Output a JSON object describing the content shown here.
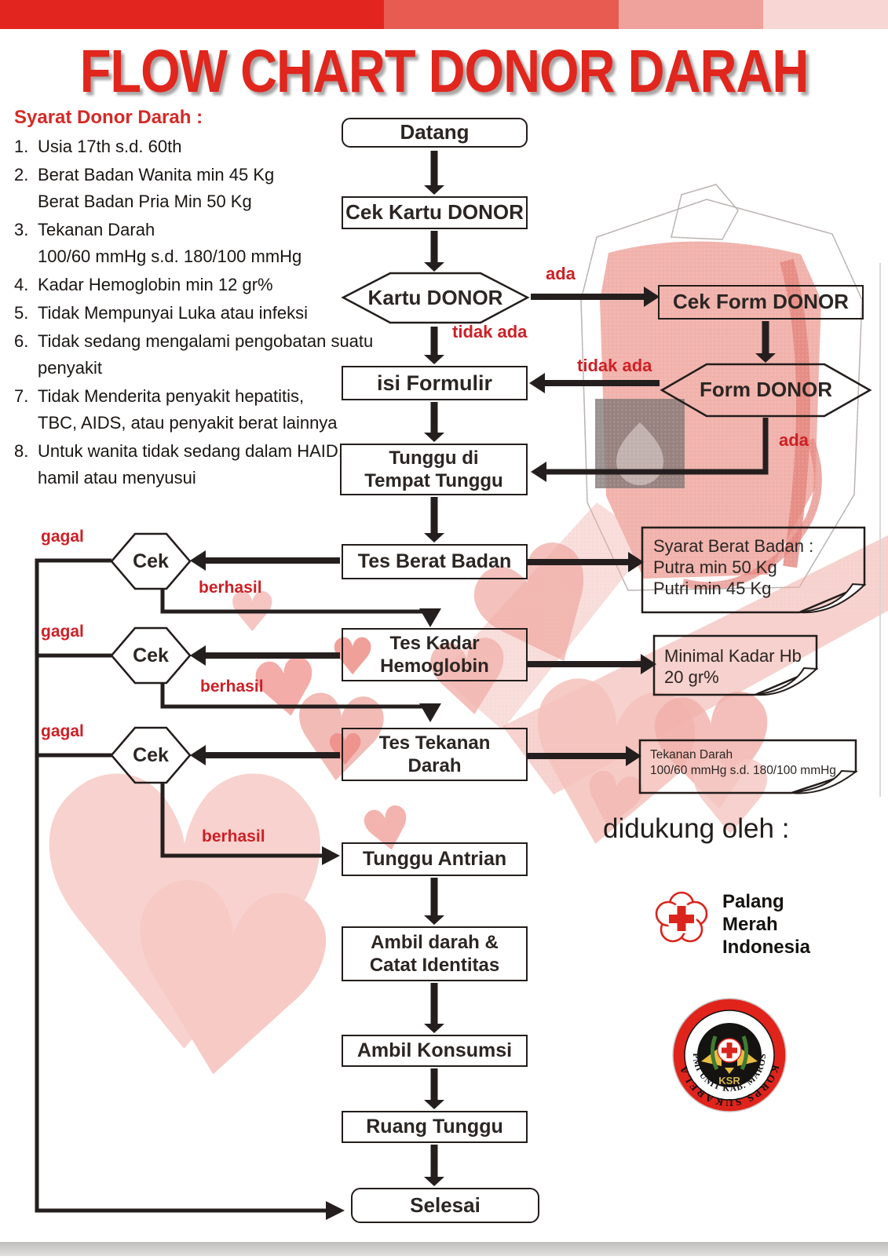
{
  "header": {
    "title": "FLOW CHART DONOR DARAH"
  },
  "requirements": {
    "heading": "Syarat Donor Darah :",
    "items": [
      {
        "num": "1.",
        "lines": [
          "Usia 17th s.d. 60th"
        ]
      },
      {
        "num": "2.",
        "lines": [
          "Berat Badan Wanita min 45 Kg",
          "Berat Badan Pria Min 50 Kg"
        ]
      },
      {
        "num": "3.",
        "lines": [
          "Tekanan Darah",
          "100/60 mmHg s.d. 180/100 mmHg"
        ]
      },
      {
        "num": "4.",
        "lines": [
          "Kadar Hemoglobin min 12 gr%"
        ]
      },
      {
        "num": "5.",
        "lines": [
          "Tidak Mempunyai Luka atau infeksi"
        ]
      },
      {
        "num": "6.",
        "lines": [
          "Tidak sedang mengalami pengobatan suatu penyakit"
        ]
      },
      {
        "num": "7.",
        "lines": [
          "Tidak Menderita penyakit hepatitis,",
          "TBC, AIDS, atau penyakit berat lainnya"
        ]
      },
      {
        "num": "8.",
        "lines": [
          "Untuk wanita tidak sedang dalam HAID,",
          "hamil atau menyusui"
        ]
      }
    ]
  },
  "flow": {
    "datang": "Datang",
    "cek_kartu": "Cek Kartu DONOR",
    "kartu_donor": "Kartu DONOR",
    "cek_form": "Cek Form DONOR",
    "isi_formulir": "isi Formulir",
    "form_donor": "Form DONOR",
    "tunggu_tempat": {
      "line1": "Tunggu di",
      "line2": "Tempat Tunggu"
    },
    "tes_berat": "Tes Berat Badan",
    "tes_kadar": {
      "line1": "Tes Kadar",
      "line2": "Hemoglobin"
    },
    "tes_tekanan": {
      "line1": "Tes Tekanan",
      "line2": "Darah"
    },
    "tunggu_antrian": "Tunggu Antrian",
    "ambil_darah": {
      "line1": "Ambil darah &",
      "line2": "Catat Identitas"
    },
    "ambil_konsumsi": "Ambil Konsumsi",
    "ruang_tunggu": "Ruang Tunggu",
    "selesai": "Selesai",
    "cek": "Cek",
    "labels": {
      "ada": "ada",
      "tidak_ada": "tidak ada",
      "gagal": "gagal",
      "berhasil": "berhasil"
    }
  },
  "notes": {
    "berat": {
      "line1": "Syarat Berat Badan :",
      "line2": "Putra min 50 Kg",
      "line3": "Putri  min 45 Kg"
    },
    "hb": {
      "line1": "Minimal Kadar Hb",
      "line2": "20 gr%"
    },
    "tekanan": {
      "line1": "Tekanan Darah",
      "line2": "100/60 mmHg s.d. 180/100 mmHg"
    }
  },
  "support": {
    "heading": "didukung oleh :",
    "pmi": {
      "line1": "Palang",
      "line2": "Merah",
      "line3": "Indonesia"
    },
    "ksr": {
      "top": "KORPS SUKARELA",
      "bottom": "PMI UNIT KAB. MAROS",
      "center": "KSR"
    }
  },
  "colors": {
    "accent_red": "#e2251f",
    "label_red": "#cd2026",
    "line_black": "#241f1e",
    "watermark_pink": "#f3b7b2",
    "topbar": [
      "#e2251f",
      "#e75b51",
      "#efa29b",
      "#f8d6d3"
    ]
  }
}
